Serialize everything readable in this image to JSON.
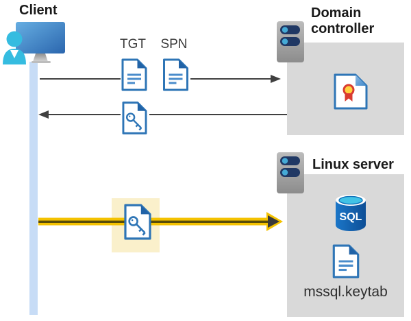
{
  "labels": {
    "client": "Client",
    "tgt": "TGT",
    "spn": "SPN",
    "domain_controller": "Domain controller",
    "linux_server": "Linux server",
    "keytab_file": "mssql.keytab",
    "sql_icon_text": "SQL"
  },
  "colors": {
    "doc_border_blue": "#2E75B6",
    "doc_fold_blue": "#2163A7",
    "doc_text_line_blue": "#4A8CCB",
    "arrow_gray": "#404040",
    "panel_gray": "#D9D9D9",
    "timeline_blue": "#C7DCF6",
    "highlight_yellow": "#FAF0CB",
    "auth_arrow_yellow": "#F4C200",
    "auth_arrow_core": "#584C08",
    "server_body_gray": "#A9A9A9",
    "server_slot_navy": "#203864",
    "server_dot_cyan": "#45AAD6",
    "monitor_blue": "#3F85C6",
    "person_cyan": "#35BCE0",
    "sql_cylinder_blue": "#1262B0",
    "sql_top_teal": "#41C2E6",
    "cert_seal_yellow": "#FFD23E",
    "cert_ribbon_red": "#D93B30"
  },
  "diagram": {
    "entities": [
      {
        "name": "Client",
        "icon": "client-workstation-icon"
      },
      {
        "name": "Domain controller",
        "icon": "server-icon",
        "contains": [
          "certificate-icon"
        ]
      },
      {
        "name": "Linux server",
        "icon": "server-icon",
        "contains": [
          "sql-database-icon",
          "keytab-document-icon"
        ],
        "file_label": "mssql.keytab"
      }
    ],
    "flows": [
      {
        "from": "Client",
        "to": "Domain controller",
        "artifacts": [
          "TGT",
          "SPN"
        ],
        "style": "gray-arrow-right"
      },
      {
        "from": "Domain controller",
        "to": "Client",
        "artifacts": [
          "key-document"
        ],
        "style": "gray-arrow-left"
      },
      {
        "from": "Client",
        "to": "Linux server",
        "artifacts": [
          "key-document-highlighted"
        ],
        "style": "yellow-arrow-right"
      }
    ]
  }
}
